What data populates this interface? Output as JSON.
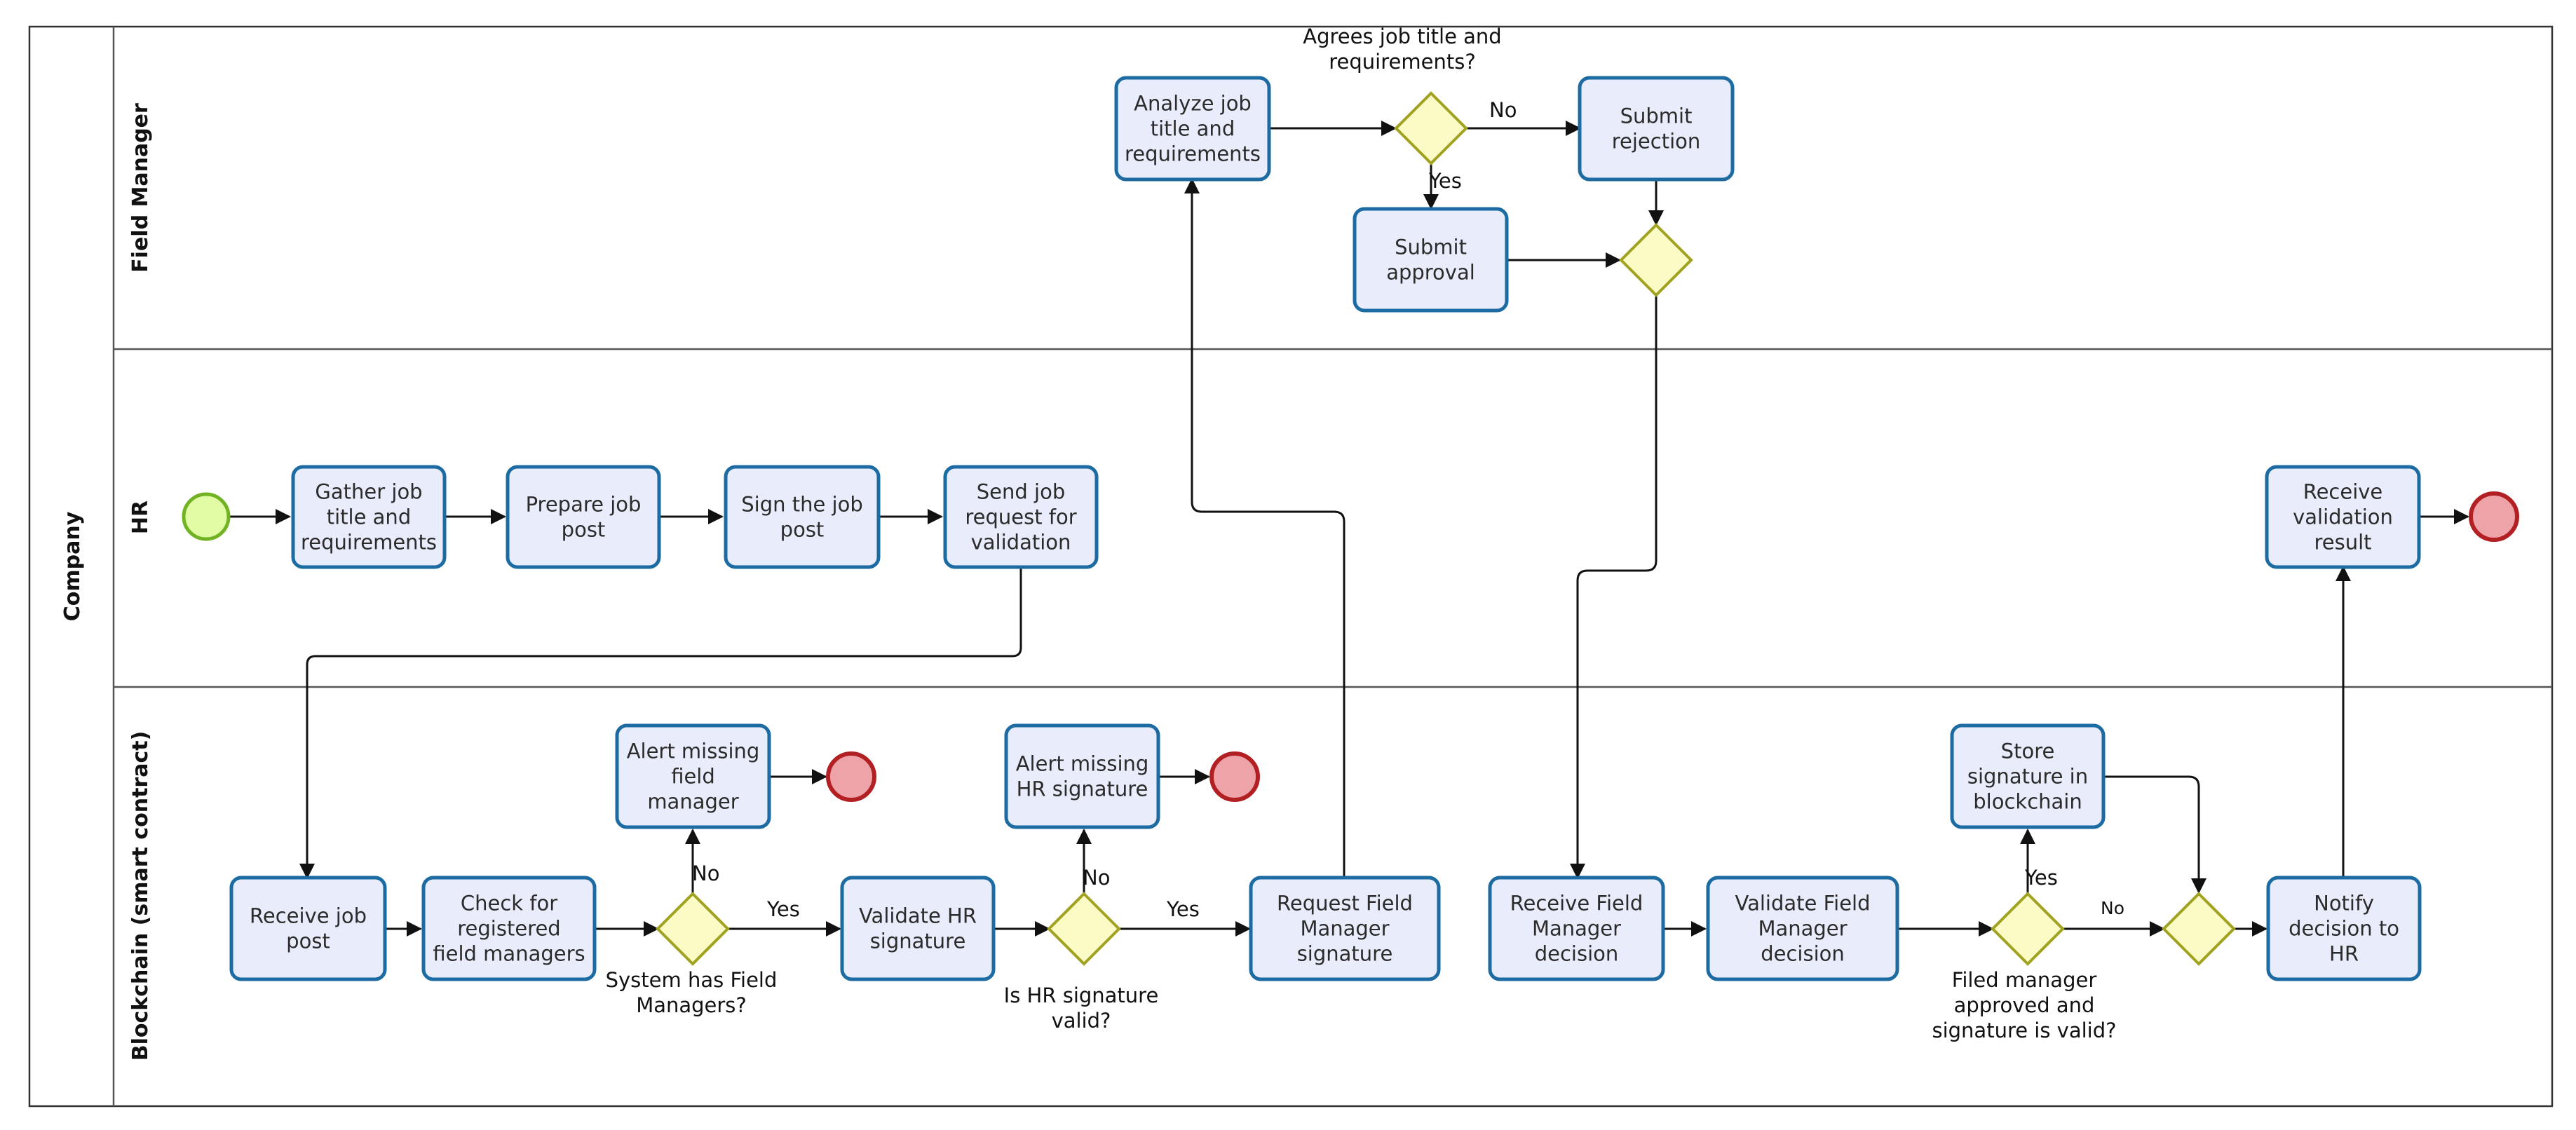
{
  "pool": {
    "label": "Company"
  },
  "lanes": {
    "field_manager": "Field Manager",
    "hr": "HR",
    "blockchain": "Blockchain (smart contract)"
  },
  "tasks": {
    "gather_job_title": [
      "Gather job",
      "title and",
      "requirements"
    ],
    "prepare_job_post": [
      "Prepare job",
      "post"
    ],
    "sign_job_post": [
      "Sign the job",
      "post"
    ],
    "send_job_request": [
      "Send job",
      "request for",
      "validation"
    ],
    "receive_validation_result": [
      "Receive",
      "validation",
      "result"
    ],
    "analyze_job_title": [
      "Analyze job",
      "title and",
      "requirements"
    ],
    "submit_rejection": [
      "Submit",
      "rejection"
    ],
    "submit_approval": [
      "Submit",
      "approval"
    ],
    "receive_job_post": [
      "Receive job",
      "post"
    ],
    "check_registered_fm": [
      "Check for",
      "registered",
      "field managers"
    ],
    "alert_missing_fm": [
      "Alert missing",
      "field",
      "manager"
    ],
    "validate_hr_signature": [
      "Validate HR",
      "signature"
    ],
    "alert_missing_hr_sig": [
      "Alert missing",
      "HR signature"
    ],
    "request_fm_signature": [
      "Request Field",
      "Manager",
      "signature"
    ],
    "receive_fm_decision": [
      "Receive  Field",
      "Manager",
      "decision"
    ],
    "validate_fm_decision": [
      "Validate Field",
      "Manager",
      "decision"
    ],
    "store_signature": [
      "Store",
      "signature in",
      "blockchain"
    ],
    "notify_decision": [
      "Notify",
      "decision to",
      "HR"
    ]
  },
  "gateways": {
    "agrees_job_title": [
      "Agrees job title and",
      "requirements?"
    ],
    "system_has_fm": [
      "System has Field",
      "Managers?"
    ],
    "hr_signature_valid": [
      "Is HR signature",
      "valid?"
    ],
    "fm_approved_valid": [
      "Filed manager",
      "approved and",
      "signature is valid?"
    ]
  },
  "flow_labels": {
    "agrees_no": "No",
    "agrees_yes": "Yes",
    "system_yes": "Yes",
    "system_no": "No",
    "hr_sig_yes": "Yes",
    "hr_sig_no": "No",
    "fm_yes": "Yes",
    "fm_no": "No"
  },
  "colors": {
    "task_fill": "#E9ECFA",
    "task_stroke": "#1C6BA2",
    "gateway_fill": "#FBFBC6",
    "gateway_stroke": "#A2A221",
    "start_fill": "#E1FCA4",
    "start_stroke": "#72B324",
    "end_fill": "#EEA3A8",
    "end_stroke": "#B22024"
  }
}
